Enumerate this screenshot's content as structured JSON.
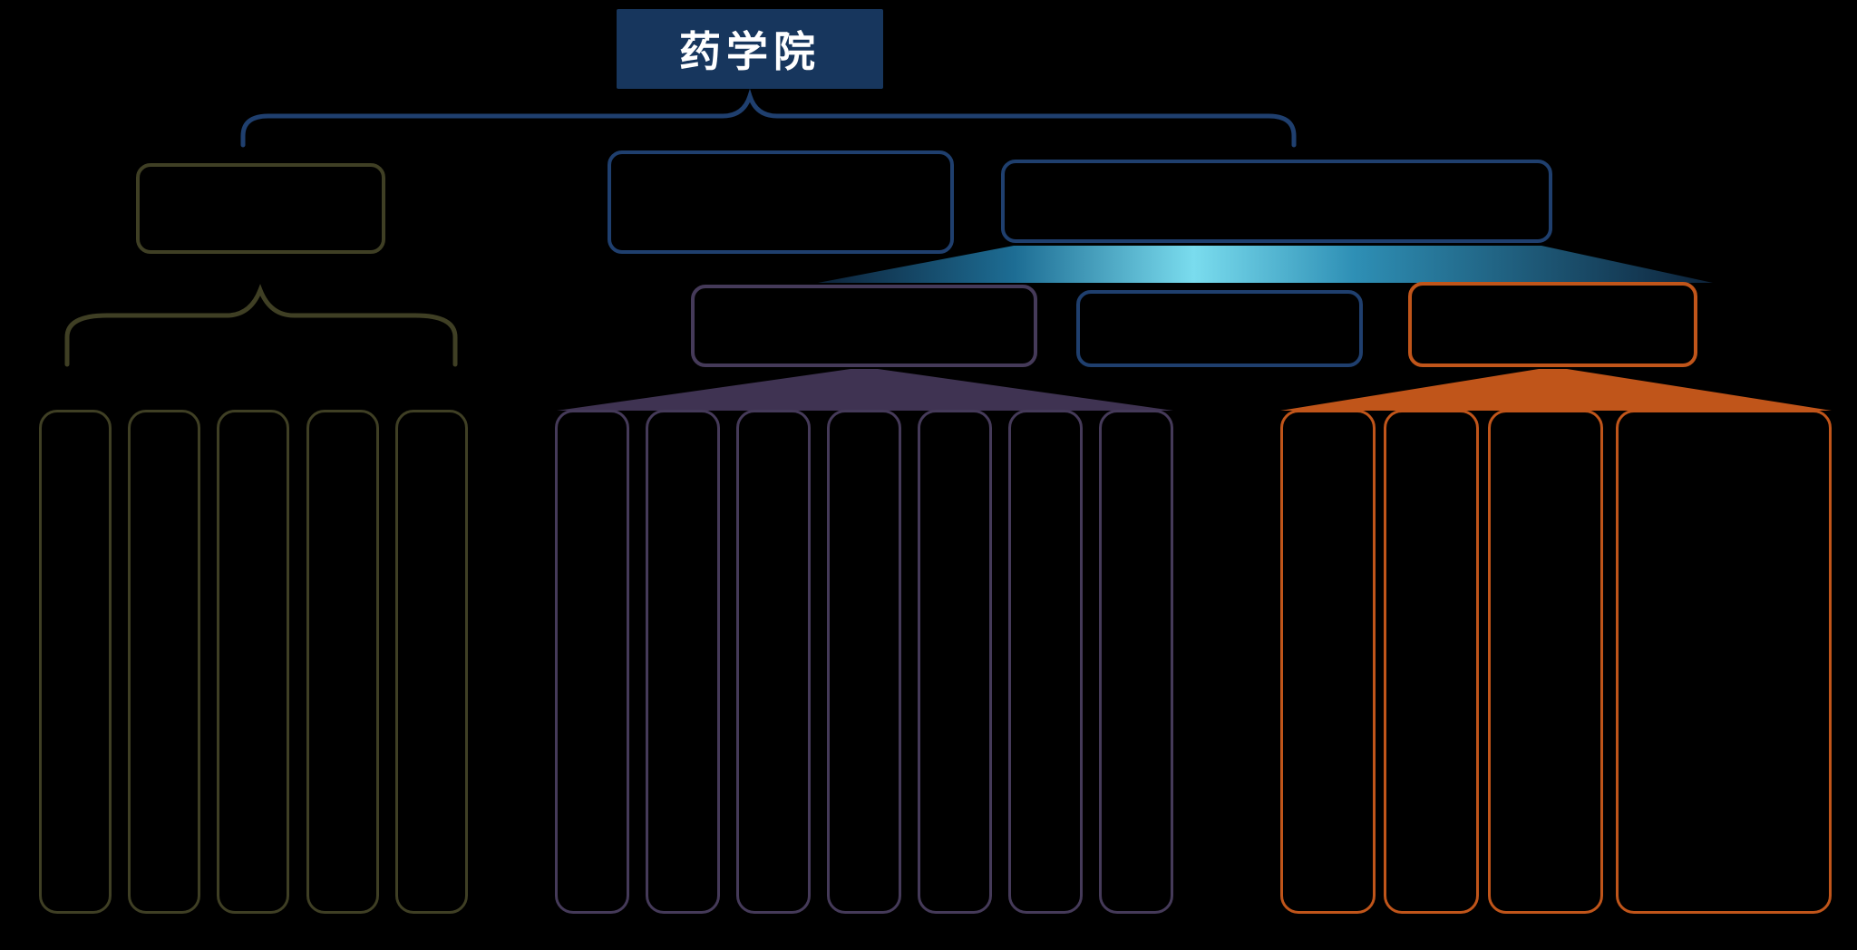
{
  "root": {
    "label": "药学院"
  },
  "colors": {
    "background": "#000000",
    "root_box_fill": "#17365d",
    "root_box_text": "#ffffff",
    "navy_outline": "#1f3f6e",
    "olive_outline": "#3f3f24",
    "purple_outline": "#453a59",
    "orange_outline": "#c0551a",
    "teal_fan_center": "#7adcee",
    "teal_fan_edge": "#0d2239",
    "purple_fan_fill": "#3f3352",
    "orange_fan_fill": "#c0551a"
  },
  "structure": {
    "branch_boxes": 3,
    "sub_boxes": 3,
    "left_column_count": 5,
    "middle_column_count": 7,
    "right_column_count": 4
  }
}
